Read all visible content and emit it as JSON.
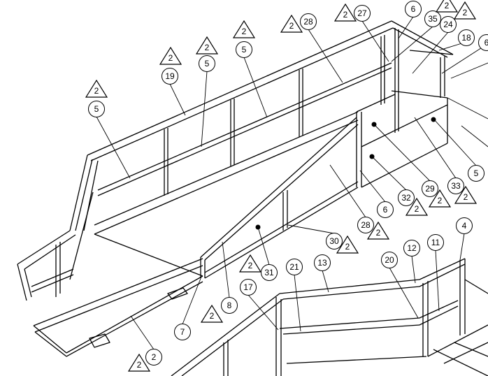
{
  "drawing": {
    "balloons": [
      "28",
      "27",
      "6",
      "35",
      "24",
      "18",
      "6",
      "19",
      "5",
      "5",
      "5",
      "5",
      "33",
      "29",
      "32",
      "6",
      "28",
      "30",
      "31",
      "8",
      "7",
      "2",
      "4",
      "11",
      "12",
      "20",
      "13",
      "21",
      "17"
    ],
    "revision_triangles": [
      "2",
      "2",
      "2",
      "2",
      "2",
      "2",
      "2",
      "2",
      "2",
      "2",
      "2",
      "2",
      "2",
      "2",
      "2",
      "2"
    ]
  }
}
